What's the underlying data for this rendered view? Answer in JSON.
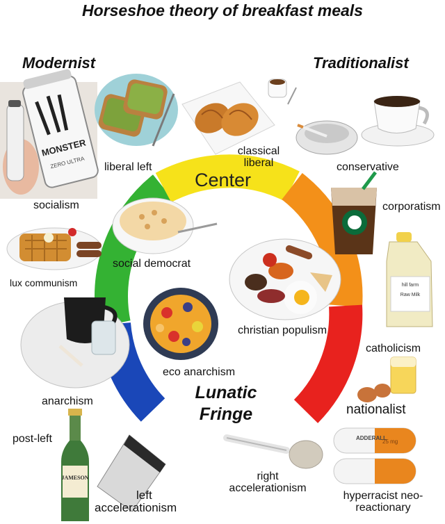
{
  "title": "Horseshoe theory of breakfast meals",
  "headings": {
    "modernist": "Modernist",
    "traditionalist": "Traditionalist",
    "center": "Center",
    "lunatic": "Lunatic",
    "fringe": "Fringe"
  },
  "labels": {
    "liberal_left": "liberal left",
    "classical_line1": "classical",
    "classical_line2": "liberal",
    "conservative": "conservative",
    "socialism": "socialism",
    "corporatism": "corporatism",
    "social_democrat": "social democrat",
    "lux_communism": "lux communism",
    "christian_populism": "christian populism",
    "catholicism": "catholicism",
    "eco_anarchism": "eco anarchism",
    "anarchism": "anarchism",
    "nationalist": "nationalist",
    "post_left": "post-left",
    "left_accel_line1": "left",
    "left_accel_line2": "accelerationism",
    "right_accel_line1": "right",
    "right_accel_line2": "accelerationism",
    "hyperracist_line1": "hyperracist neo-",
    "hyperracist_line2": "reactionary"
  },
  "product_text": {
    "monster_can": "MONSTER",
    "monster_sub": "ZERO ULTRA",
    "milk_brand": "hill farm",
    "milk_name": "Raw Milk",
    "whiskey": "JAMESON",
    "pill": "ADDERALL",
    "pill_dose": "25 mg"
  },
  "colors": {
    "arc_green": "#34b233",
    "arc_yellow": "#f6e21a",
    "arc_orange": "#f39019",
    "arc_red": "#e8221e",
    "arc_blue": "#1a47b8"
  },
  "icons": [
    "energy-drink-icon",
    "avocado-toast-icon",
    "croissant-icon",
    "coffee-shot-icon",
    "ashtray-icon",
    "coffee-cup-icon",
    "cereal-bowl-icon",
    "iced-coffee-icon",
    "waffle-icon",
    "milk-jug-icon",
    "full-breakfast-icon",
    "black-coffee-icon",
    "fruit-bowl-icon",
    "orange-juice-icon",
    "eggs-icon",
    "whiskey-bottle-icon",
    "powder-bag-icon",
    "spoon-icon",
    "capsule-icon"
  ]
}
